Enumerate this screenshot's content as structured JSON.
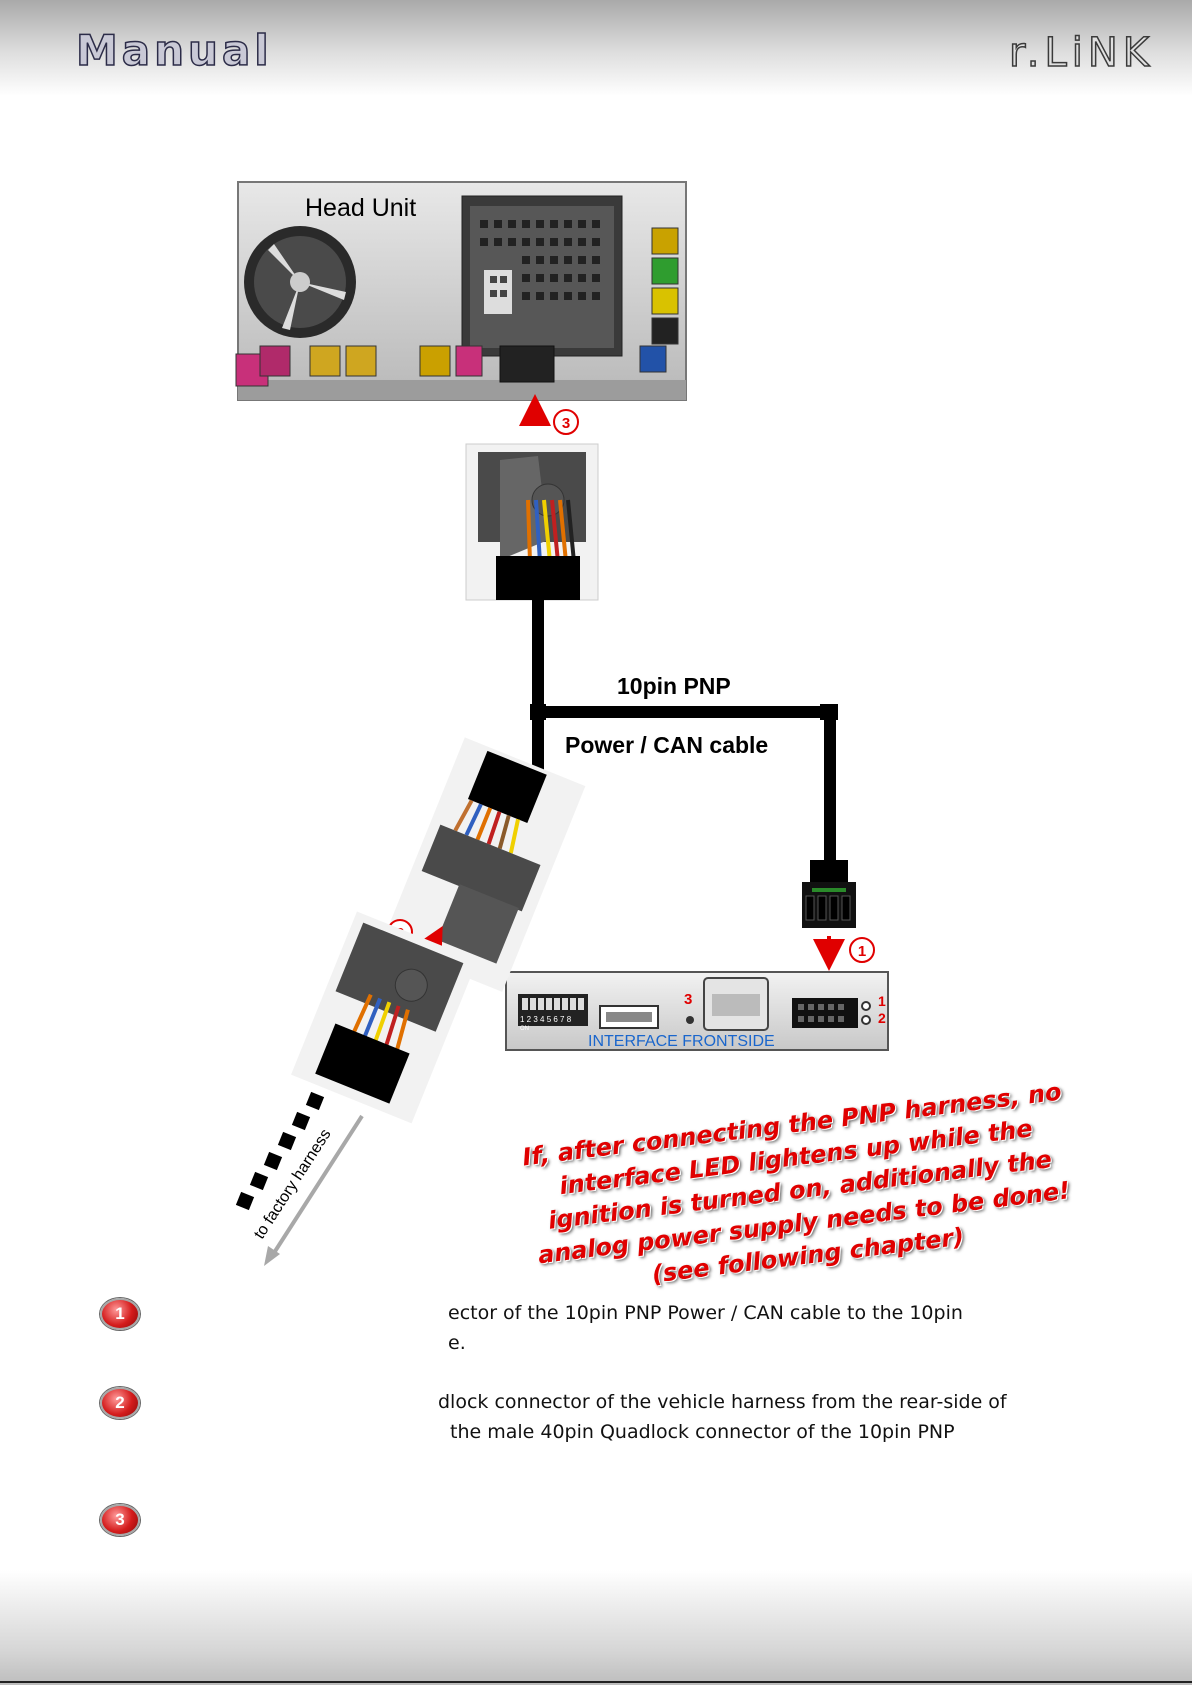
{
  "header": {
    "left_title": "Manual",
    "right_brand": "r.LiNK"
  },
  "diagram": {
    "head_unit_label": "Head Unit",
    "cable_label_line1": "10pin PNP",
    "cable_label_line2": "Power / CAN cable",
    "interface_label": "INTERFACE  FRONTSIDE",
    "factory_harness_label": "to factory harness",
    "markers": [
      "1",
      "2",
      "3"
    ],
    "interface_led_number": "3",
    "interface_pin_numbers": [
      "1",
      "2"
    ],
    "dip_switch_numbers": "1 2 3 4 5 6 7 8",
    "dip_on_label": "ON"
  },
  "warning": {
    "line1": "If, after connecting the PNP harness, no",
    "line2": "interface LED lightens up while the",
    "line3": "ignition is turned on, additionally the",
    "line4": "analog power supply needs to be done!",
    "line5": "(see following chapter)"
  },
  "steps": [
    {
      "number": "1",
      "line1": "ector of the 10pin PNP Power / CAN cable to the 10pin",
      "line2": "e."
    },
    {
      "number": "2",
      "line1": "dlock connector of the vehicle harness from the rear-side of",
      "line2": "the male 40pin Quadlock connector of the 10pin PNP"
    },
    {
      "number": "3",
      "line1": "",
      "line2": ""
    }
  ]
}
